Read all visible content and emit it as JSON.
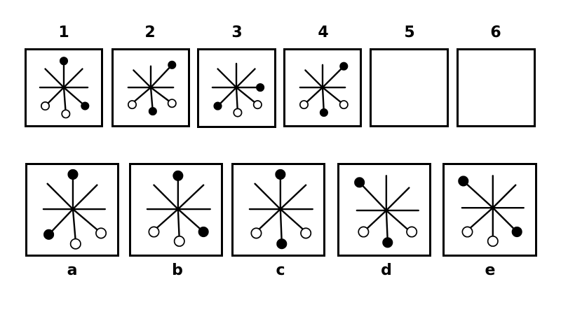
{
  "sequence": {
    "labels": [
      "1",
      "2",
      "3",
      "4",
      "5",
      "6"
    ]
  },
  "options": {
    "labels": [
      "a",
      "b",
      "c",
      "d",
      "e"
    ]
  },
  "colors": {
    "stroke": "#000000",
    "background": "#ffffff",
    "filled_dot": "#000000",
    "empty_dot": "#ffffff"
  }
}
